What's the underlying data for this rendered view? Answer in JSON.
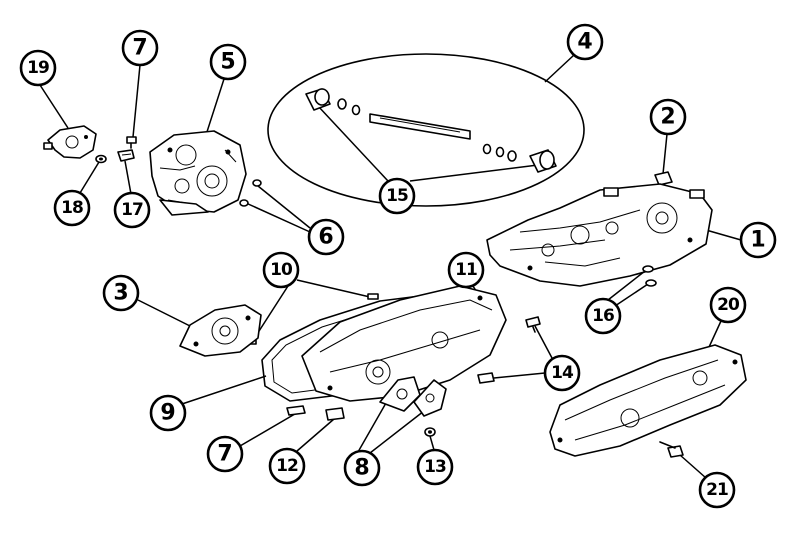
{
  "diagram": {
    "callouts": [
      "19",
      "7",
      "5",
      "4",
      "2",
      "18",
      "17",
      "15",
      "6",
      "1",
      "10",
      "11",
      "3",
      "16",
      "20",
      "9",
      "14",
      "7",
      "12",
      "8",
      "13",
      "21"
    ]
  },
  "colors": {
    "line": "#000000",
    "background": "#ffffff"
  }
}
